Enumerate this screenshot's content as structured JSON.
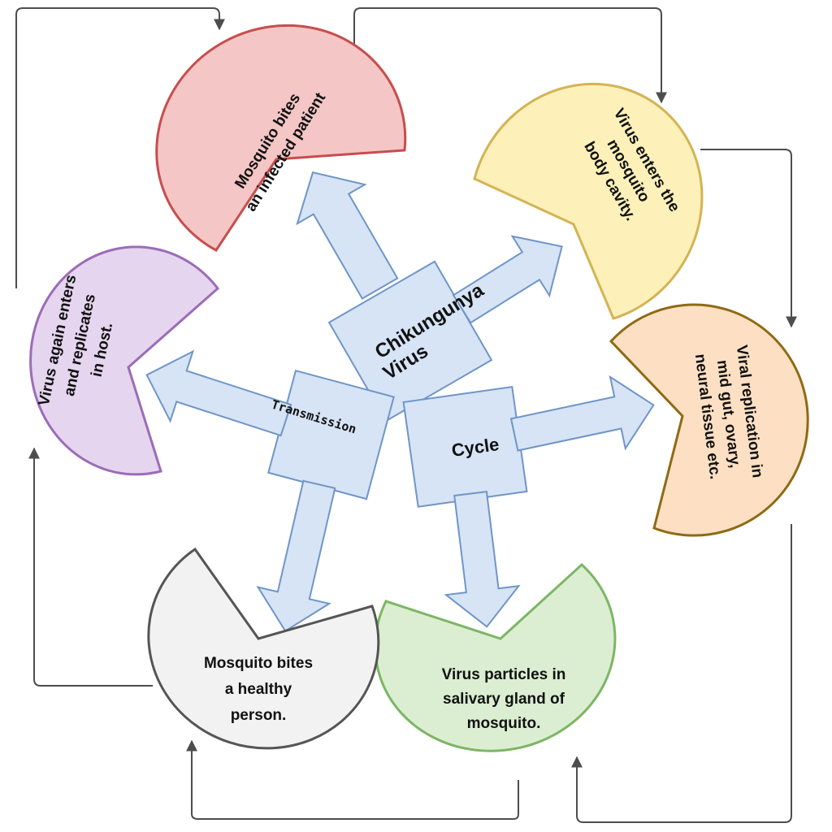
{
  "hub": {
    "label_line1": "Chikungunya",
    "label_line2": "Virus",
    "transmission_label": "Transmission",
    "cycle_label": "Cycle",
    "fill": "#d6e4f5",
    "stroke": "#6f95c8"
  },
  "stages": [
    {
      "id": "bite-infected",
      "lines": [
        "Mosquito bites",
        "an infected patient"
      ],
      "fill": "#f5c6c6",
      "stroke": "#c84d4d"
    },
    {
      "id": "enters-cavity",
      "lines": [
        "Virus enters the",
        "mosquito",
        "body cavity."
      ],
      "fill": "#fdf0b9",
      "stroke": "#d4b354"
    },
    {
      "id": "replication",
      "lines": [
        "Viral replication in",
        "mid gut, ovary,",
        "neural tissue etc."
      ],
      "fill": "#fde0c3",
      "stroke": "#8f6a14"
    },
    {
      "id": "salivary",
      "lines": [
        "Virus particles in",
        "salivary gland of",
        "mosquito."
      ],
      "fill": "#dbeed1",
      "stroke": "#7db665"
    },
    {
      "id": "bite-healthy",
      "lines": [
        "Mosquito bites",
        "a healthy",
        "person."
      ],
      "fill": "#f2f2f2",
      "stroke": "#555555"
    },
    {
      "id": "host",
      "lines": [
        "Virus again enters",
        "and replicates",
        "in host."
      ],
      "fill": "#e5d5ee",
      "stroke": "#9c6cb8"
    }
  ],
  "connector_color": "#4d4d4d"
}
